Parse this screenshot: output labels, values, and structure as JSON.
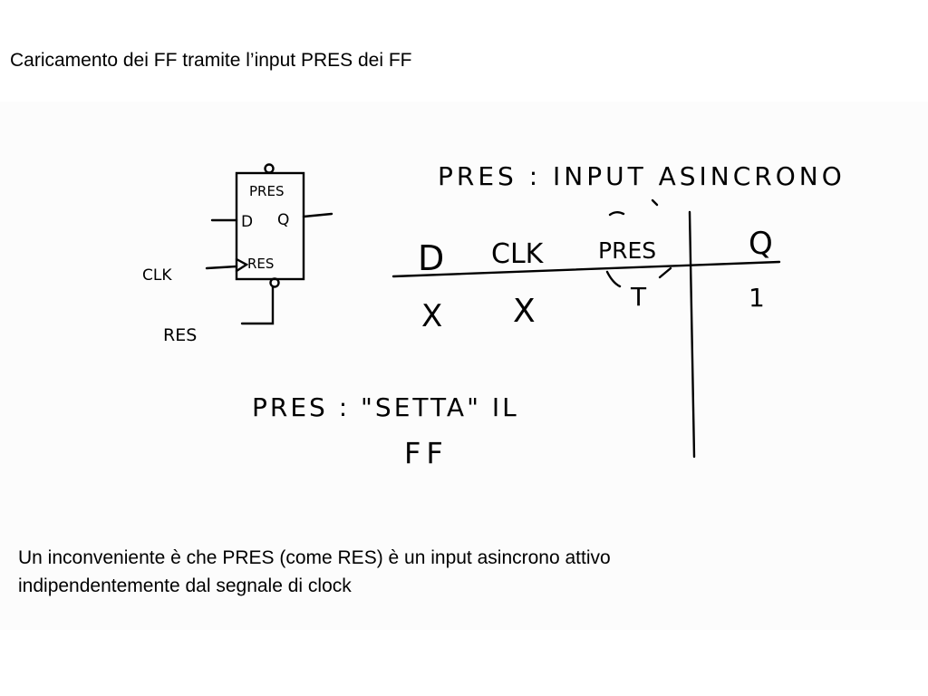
{
  "slide": {
    "title": "Caricamento dei FF tramite l’input PRES dei FF",
    "note_lines": [
      "Un inconveniente è che PRES (come RES) è un input asincrono attivo",
      "indipendentemente dal segnale di clock"
    ]
  },
  "sketch": {
    "flipflop": {
      "pres_pin": "PRES",
      "d_pin": "D",
      "q_pin": "Q",
      "res_pin": "RES",
      "clk_input": "CLK",
      "res_input": "RES"
    },
    "heading": "PRES : INPUT ASINCRONO",
    "table": {
      "headers": [
        "D",
        "CLK",
        "PRES",
        "Q"
      ],
      "row": [
        "X",
        "X",
        "T",
        "1"
      ]
    },
    "caption_line1": "PRES : \"SETTA\" IL",
    "caption_line2": "FF"
  }
}
